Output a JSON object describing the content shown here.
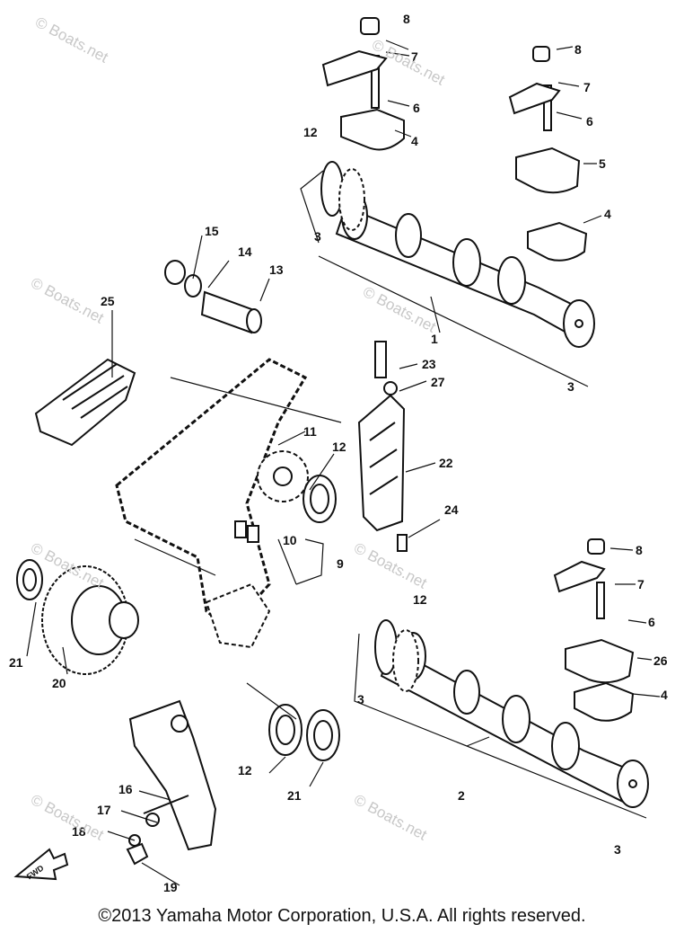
{
  "watermark": "© Boats.net",
  "footer": {
    "copyright": "©2013 Yamaha Motor Corporation, U.S.A. All rights reserved."
  },
  "fwd_label": "FWD",
  "part_labels": {
    "p1": "1",
    "p2": "2",
    "p3": "3",
    "p4": "4",
    "p5": "5",
    "p6": "6",
    "p7": "7",
    "p8": "8",
    "p9": "9",
    "p10": "10",
    "p11": "11",
    "p12": "12",
    "p13": "13",
    "p14": "14",
    "p15": "15",
    "p16": "16",
    "p17": "17",
    "p18": "18",
    "p19": "19",
    "p20": "20",
    "p21": "21",
    "p22": "22",
    "p23": "23",
    "p24": "24",
    "p25": "25",
    "p26": "26",
    "p27": "27"
  },
  "colors": {
    "ink": "#111111",
    "watermark": "#c8c8c8",
    "background": "#ffffff"
  }
}
